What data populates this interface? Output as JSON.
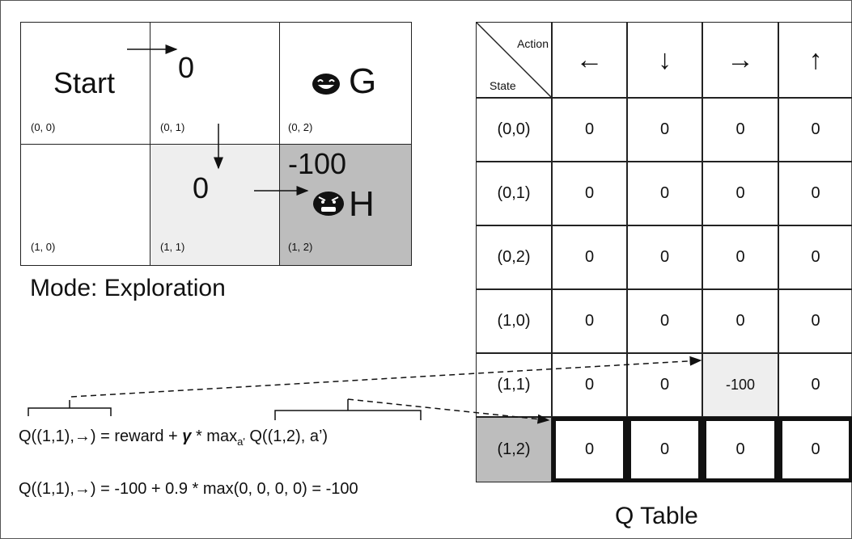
{
  "grid": {
    "start_label": "Start",
    "goal_label": "G",
    "hole_label": "H",
    "cells": [
      {
        "coord": "(0, 0)"
      },
      {
        "coord": "(0, 1)",
        "reward": "0"
      },
      {
        "coord": "(0, 2)"
      },
      {
        "coord": "(1, 0)"
      },
      {
        "coord": "(1, 1)",
        "reward": "0"
      },
      {
        "coord": "(1, 2)",
        "reward": "-100"
      }
    ]
  },
  "mode_label": "Mode: Exploration",
  "qtable": {
    "title": "Q Table",
    "header_action": "Action",
    "header_state": "State",
    "actions": [
      "←",
      "↓",
      "→",
      "↑"
    ],
    "states": [
      "(0,0)",
      "(0,1)",
      "(0,2)",
      "(1,0)",
      "(1,1)",
      "(1,2)"
    ],
    "values": [
      [
        "0",
        "0",
        "0",
        "0"
      ],
      [
        "0",
        "0",
        "0",
        "0"
      ],
      [
        "0",
        "0",
        "0",
        "0"
      ],
      [
        "0",
        "0",
        "0",
        "0"
      ],
      [
        "0",
        "0",
        "-100",
        "0"
      ],
      [
        "0",
        "0",
        "0",
        "0"
      ]
    ]
  },
  "formula": {
    "line1_lhs": "Q((1,1),→) = reward + ",
    "gamma": "γ",
    "line1_mid": " * max",
    "line1_sub": "a'",
    "line1_end": " Q((1,2), a’)",
    "line2": "Q((1,1),→) = -100 + 0.9 * max(0, 0, 0, 0) = -100"
  },
  "colors": {
    "light_cell": "#eeeeee",
    "dark_cell": "#bdbdbd",
    "border": "#222222"
  }
}
